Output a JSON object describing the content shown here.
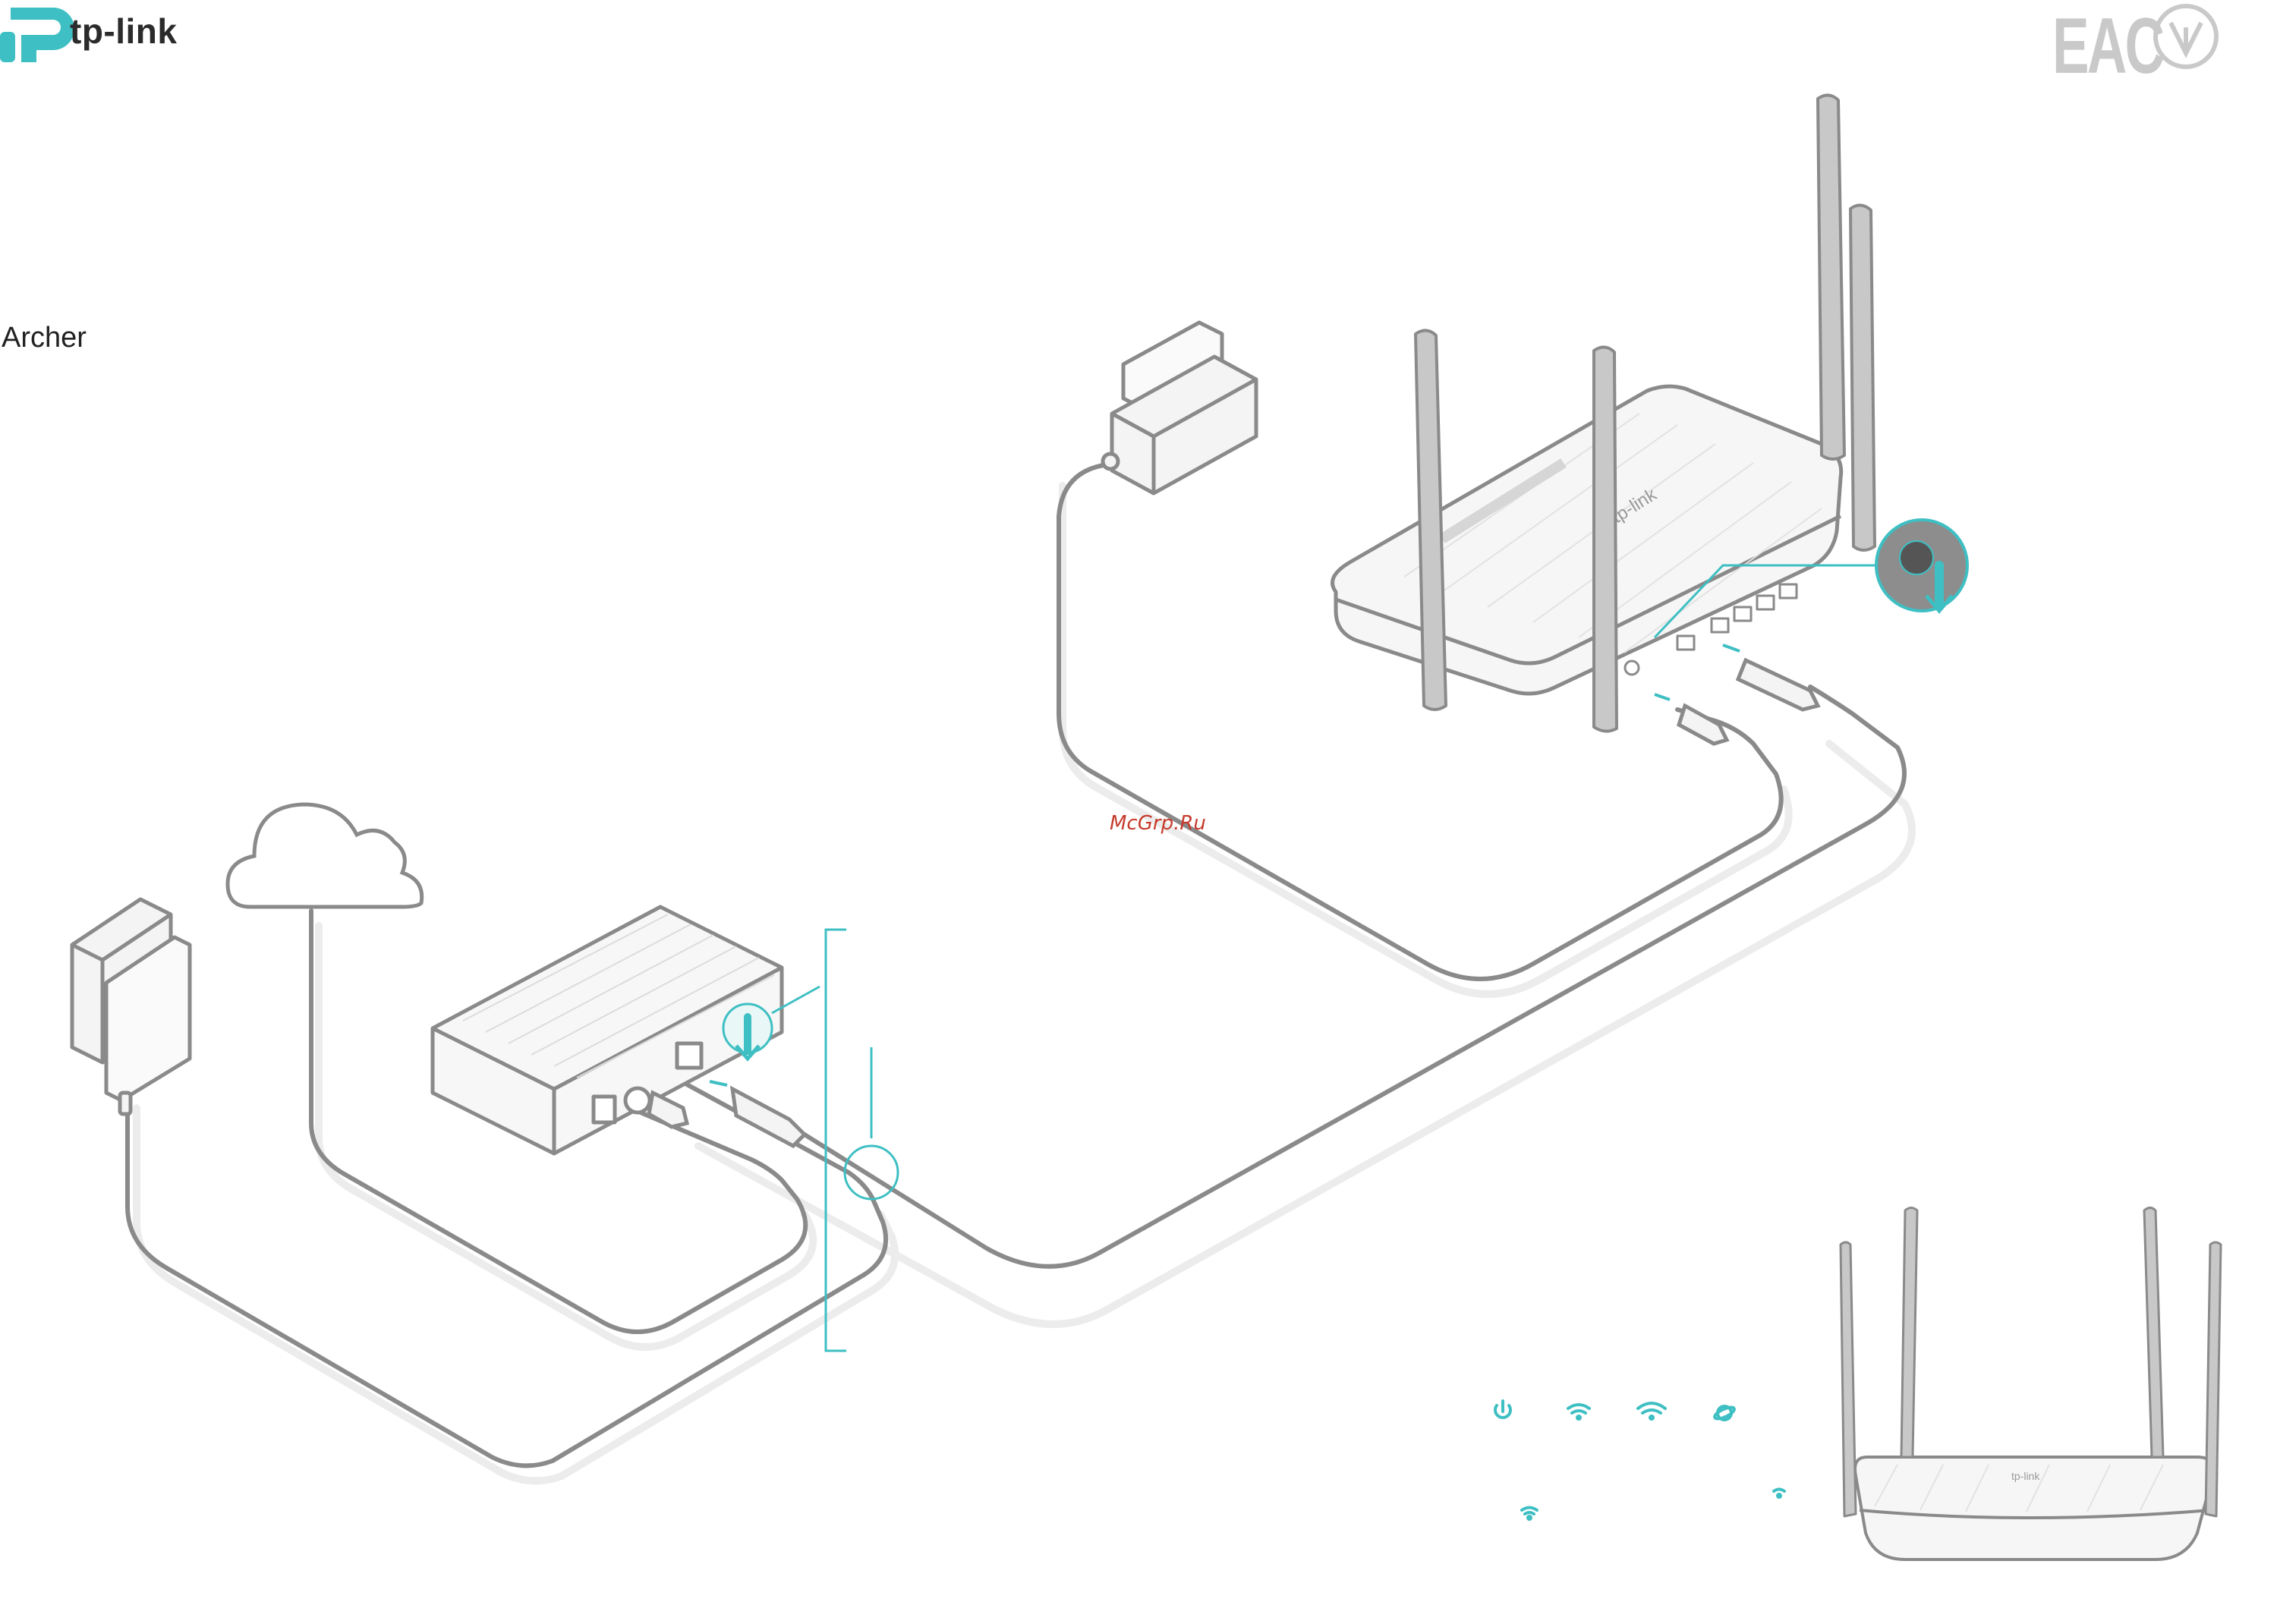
{
  "header": {
    "brand": "tp-link",
    "model": "Archer",
    "certification_mark": "EAC"
  },
  "watermark": "McGrp.Ru",
  "led_icons": [
    "power-icon",
    "wifi-2g-icon",
    "wifi-5g-icon",
    "internet-icon",
    "wps-icon",
    "wifi-icon"
  ],
  "colors": {
    "accent": "#3ebfc3",
    "cable": "#8a8a8a",
    "outline": "#9a9a9a",
    "device_fill": "#f4f4f4",
    "watermark": "#c63b2c",
    "cert": "#c9c9c9"
  }
}
